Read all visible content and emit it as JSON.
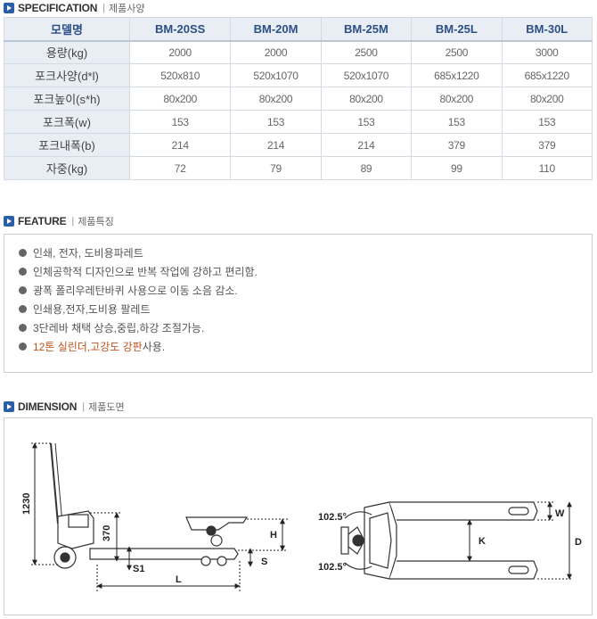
{
  "spec": {
    "title": "SPECIFICATION",
    "subtitle": "제품사양",
    "header_label": "모델명",
    "models": [
      "BM-20SS",
      "BM-20M",
      "BM-25M",
      "BM-25L",
      "BM-30L"
    ],
    "rows": [
      {
        "label": "용량(kg)",
        "values": [
          "2000",
          "2000",
          "2500",
          "2500",
          "3000"
        ]
      },
      {
        "label": "포크사양(d*l)",
        "values": [
          "520x810",
          "520x1070",
          "520x1070",
          "685x1220",
          "685x1220"
        ]
      },
      {
        "label": "포크높이(s*h)",
        "values": [
          "80x200",
          "80x200",
          "80x200",
          "80x200",
          "80x200"
        ]
      },
      {
        "label": "포크폭(w)",
        "values": [
          "153",
          "153",
          "153",
          "153",
          "153"
        ]
      },
      {
        "label": "포크내폭(b)",
        "values": [
          "214",
          "214",
          "214",
          "379",
          "379"
        ]
      },
      {
        "label": "자중(kg)",
        "values": [
          "72",
          "79",
          "89",
          "99",
          "110"
        ]
      }
    ]
  },
  "feature": {
    "title": "FEATURE",
    "subtitle": "제품특징",
    "items": [
      "인쇄, 전자, 도비용파레트",
      "인체공학적 디자인으로 반복 작업에 강하고 편리함.",
      "광폭 폴리우레탄바퀴 사용으로 이동 소음 감소.",
      "인쇄용,전자,도비용 팔레트",
      "3단레바 채택 상승,중립,하강 조절가능."
    ],
    "last_item_highlight": "12톤 실린더,고강도 강판",
    "last_item_rest": " 사용."
  },
  "dimension": {
    "title": "DIMENSION",
    "subtitle": "제품도면",
    "labels": {
      "height_total": "1230",
      "height_handle": "370",
      "h": "H",
      "s": "S",
      "s1": "S1",
      "l": "L",
      "angle_top": "102.5°",
      "angle_bottom": "102.5°",
      "k": "K",
      "w": "W",
      "d": "D"
    }
  },
  "colors": {
    "accent": "#2a5fa8",
    "header_bg": "#e9eef4",
    "header_text": "#2c4f86",
    "highlight": "#c0531c"
  }
}
